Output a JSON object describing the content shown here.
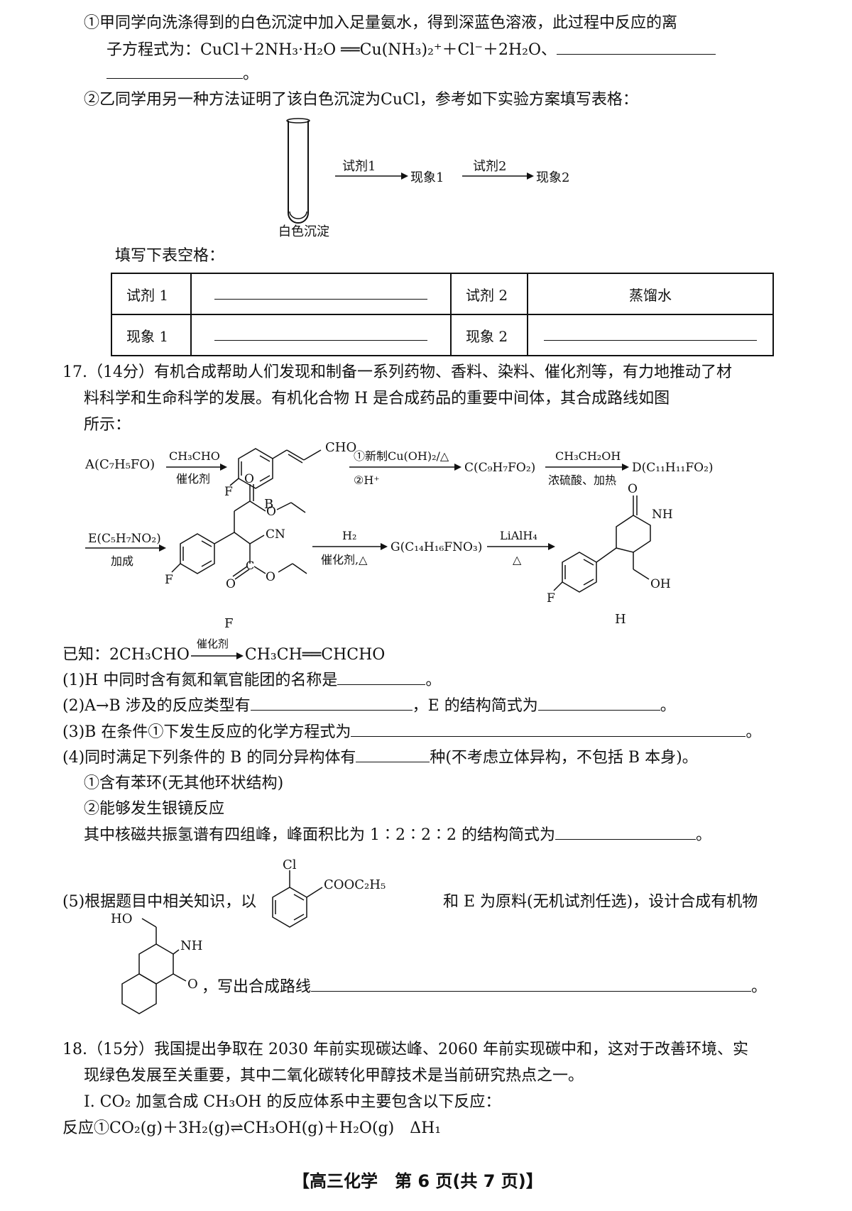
{
  "q16": {
    "part1_line1": "①甲同学向洗涤得到的白色沉淀中加入足量氨水，得到深蓝色溶液，此过程中反应的离",
    "part1_line2": "子方程式为：CuCl＋2NH₃·H₂O ══Cu(NH₃)₂⁺＋Cl⁻＋2H₂O、",
    "part1_end": "。",
    "part2": "②乙同学用另一种方法证明了该白色沉淀为CuCl，参考如下实验方案填写表格：",
    "tube_label": "白色沉淀",
    "reagent1_arrow": "试剂1",
    "phenomenon1": "现象1",
    "reagent2_arrow": "试剂2",
    "phenomenon2": "现象2",
    "fill_title": "填写下表空格：",
    "table": [
      [
        "试剂 1",
        "",
        "试剂 2",
        "蒸馏水"
      ],
      [
        "现象 1",
        "",
        "现象 2",
        ""
      ]
    ]
  },
  "q17": {
    "intro1": "17.（14分）有机合成帮助人们发现和制备一系列药物、香料、染料、催化剂等，有力地推动了材",
    "intro2": "料科学和生命科学的发展。有机化合物 H 是合成药品的重要中间体，其合成路线如图",
    "intro3": "所示：",
    "scheme": {
      "A": "A(C₇H₅FO)",
      "a_top": "CH₃CHO",
      "a_bot": "催化剂",
      "B_cho": "CHO",
      "B_label": "B",
      "b_top": "①新制Cu(OH)₂/△",
      "b_bot": "②H⁺",
      "C": "C(C₉H₇FO₂)",
      "c_top": "CH₃CH₂OH",
      "c_bot": "浓硫酸、加热",
      "D": "D(C₁₁H₁₁FO₂)",
      "E": "E(C₅H₇NO₂)",
      "e_bot": "加成",
      "F_label": "F",
      "f_top": "H₂",
      "f_bot": "催化剂,△",
      "G": "G(C₁₄H₁₆FNO₃)",
      "g_top": "LiAlH₄",
      "g_bot": "△",
      "H_label": "H",
      "F_atom": "F",
      "O": "O",
      "CN": "CN",
      "C_atom": "C",
      "NH": "NH",
      "OH": "OH"
    },
    "known_prefix": "已知：2CH₃CHO",
    "known_cat": "催化剂",
    "known_suffix": "CH₃CH══CHCHO",
    "q1": "(1)H 中同时含有氮和氧官能团的名称是",
    "q1_end": "。",
    "q2a": "(2)A→B 涉及的反应类型有",
    "q2b": "，E 的结构简式为",
    "q2_end": "。",
    "q3": "(3)B 在条件①下发生反应的化学方程式为",
    "q3_end": "。",
    "q4a": "(4)同时满足下列条件的 B 的同分异构体有",
    "q4b": "种(不考虑立体异构，不包括 B 本身)。",
    "q4_c1": "①含有苯环(无其他环状结构)",
    "q4_c2": "②能够发生银镜反应",
    "q4_nmr": "其中核磁共振氢谱有四组峰，峰面积比为 1∶2∶2∶2 的结构简式为",
    "q4_end": "。",
    "q5_cl": "Cl",
    "q5_ester": "COOC₂H₅",
    "q5a": "(5)根据题目中相关知识，以",
    "q5b": "和 E 为原料(无机试剂任选)，设计合成有机物",
    "q5_ho": "HO",
    "q5_nh": "NH",
    "q5_o": "O",
    "q5c": "，写出合成路线",
    "q5_end": "。"
  },
  "q18": {
    "line1": "18.（15分）我国提出争取在 2030 年前实现碳达峰、2060 年前实现碳中和，这对于改善环境、实",
    "line2": "现绿色发展至关重要，其中二氧化碳转化甲醇技术是当前研究热点之一。",
    "line3": "Ⅰ. CO₂ 加氢合成 CH₃OH 的反应体系中主要包含以下反应：",
    "line4": "反应①CO₂(g)＋3H₂(g)⇌CH₃OH(g)＋H₂O(g)　ΔH₁"
  },
  "footer": "【高三化学　第 6 页(共 7 页)】"
}
